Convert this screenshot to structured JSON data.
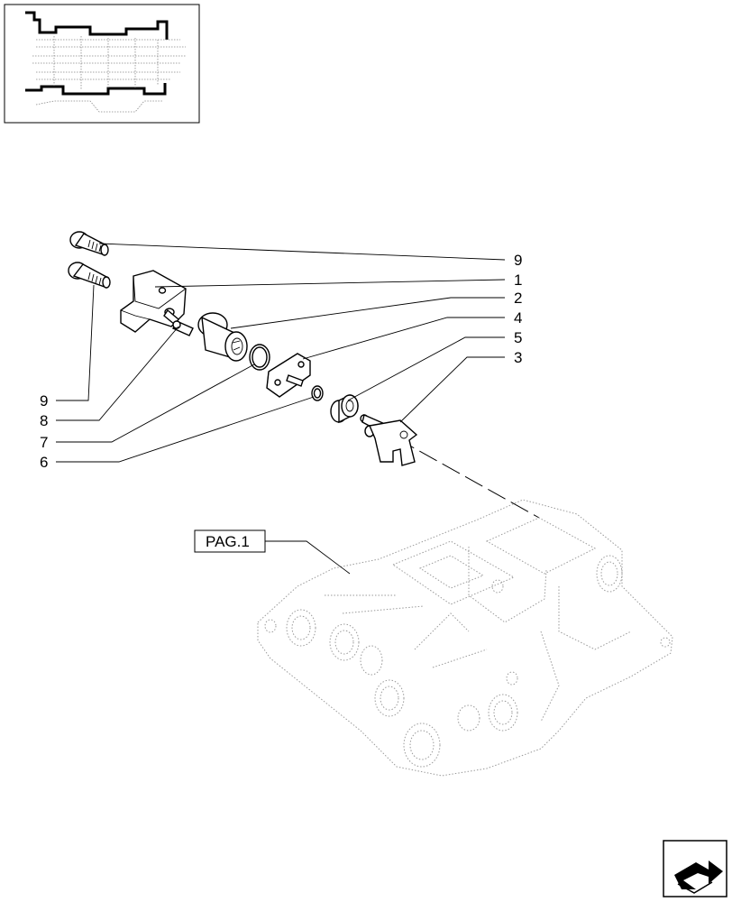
{
  "callouts": {
    "c9_right": "9",
    "c1": "1",
    "c2": "2",
    "c4": "4",
    "c5": "5",
    "c3": "3",
    "c9_left": "9",
    "c8": "8",
    "c7": "7",
    "c6": "6"
  },
  "page_reference": "PAG.1",
  "icons": {
    "thumbnail": "transmission-section-thumbnail-icon",
    "navigation": "next-page-arrow-icon"
  }
}
